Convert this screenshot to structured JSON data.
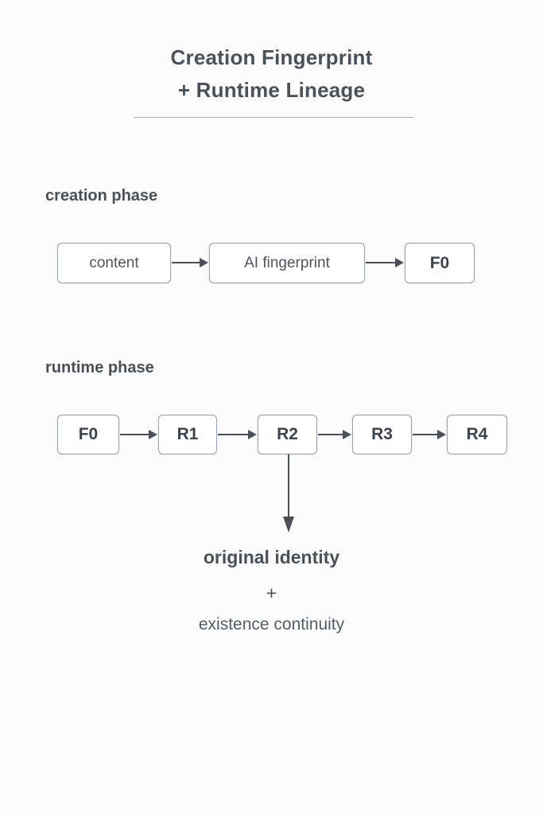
{
  "title": {
    "line1": "Creation Fingerprint",
    "line2": "+ Runtime Lineage"
  },
  "sections": {
    "creation": {
      "label": "creation phase",
      "nodes": [
        {
          "text": "content",
          "style": "regular"
        },
        {
          "text": "AI fingerprint",
          "style": "regular"
        },
        {
          "text": "F0",
          "style": "code"
        }
      ]
    },
    "runtime": {
      "label": "runtime phase",
      "nodes": [
        {
          "text": "F0",
          "style": "code"
        },
        {
          "text": "R1",
          "style": "code"
        },
        {
          "text": "R2",
          "style": "code"
        },
        {
          "text": "R3",
          "style": "code"
        },
        {
          "text": "R4",
          "style": "code"
        }
      ]
    }
  },
  "outcome": {
    "identity": "original identity",
    "plus": "+",
    "continuity": "existence continuity"
  },
  "colors": {
    "background": "#fbfbfc",
    "text": "#4a5058",
    "node_border": "#9aa1a8",
    "node_fill": "#ffffff",
    "arrow": "#4a5058",
    "rule": "#a9aeb5"
  }
}
